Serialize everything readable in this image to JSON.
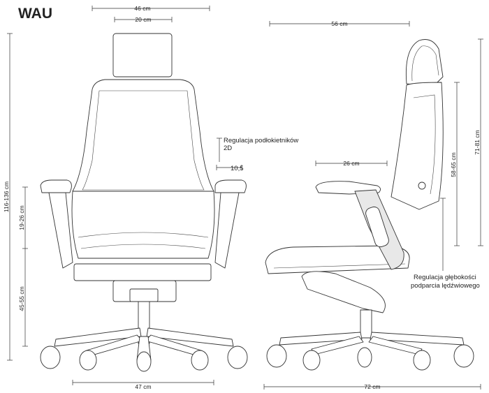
{
  "title": "WAU",
  "front": {
    "width_top": "46 cm",
    "headrest_width": "20 cm",
    "height_total": "116-136 cm",
    "armrest_range": "19-26 cm",
    "seat_height": "45-55 cm",
    "base_width": "47 cm",
    "armrest_note": "Regulacja podłokietników",
    "armrest_note_2": "2D",
    "armrest_offset": "10,5"
  },
  "side": {
    "depth_top": "56 cm",
    "seat_depth": "26 cm",
    "back_height": "71-81 cm",
    "back_sub": "58-65 cm",
    "base_depth": "72 cm",
    "lumbar_note_1": "Regulacja głębokości",
    "lumbar_note_2": "podparcia lędźwiowego"
  }
}
